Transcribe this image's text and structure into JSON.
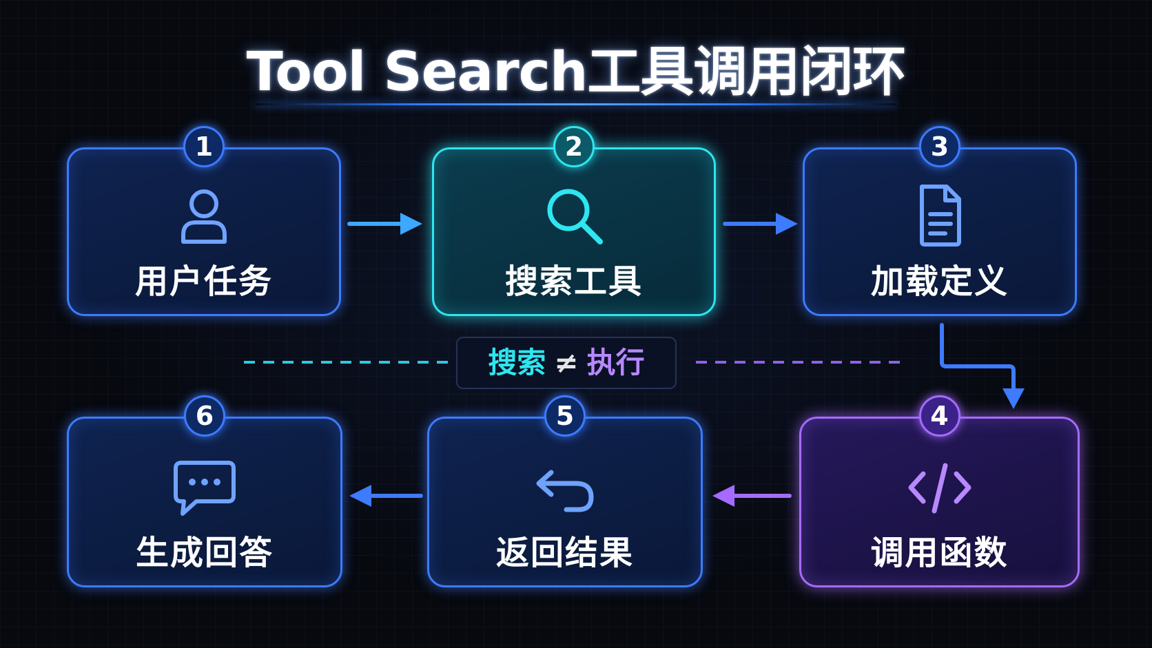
{
  "title": "Tool Search工具调用闭环",
  "steps": [
    {
      "number": "1",
      "label": "用户任务",
      "icon": "user-icon"
    },
    {
      "number": "2",
      "label": "搜索工具",
      "icon": "search-icon"
    },
    {
      "number": "3",
      "label": "加载定义",
      "icon": "document-icon"
    },
    {
      "number": "4",
      "label": "调用函数",
      "icon": "code-icon"
    },
    {
      "number": "5",
      "label": "返回结果",
      "icon": "return-arrow-icon"
    },
    {
      "number": "6",
      "label": "生成回答",
      "icon": "chat-bubble-icon"
    }
  ],
  "divider": {
    "left": "搜索",
    "symbol": "≠",
    "right": "执行"
  },
  "colors": {
    "blue": "#3d7bff",
    "teal": "#2ee6f0",
    "purple": "#a56bff",
    "background": "#07090f"
  }
}
